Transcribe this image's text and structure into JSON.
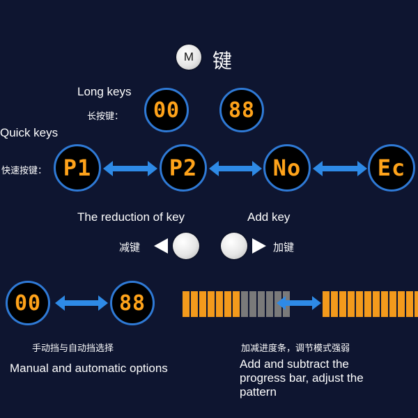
{
  "m_key": {
    "button_label": "M",
    "key_text": "键"
  },
  "long_keys": {
    "label_en": "Long keys",
    "label_cn": "长按键：",
    "displays": [
      "00",
      "88"
    ]
  },
  "quick_keys": {
    "label_en": "Quick keys",
    "label_cn": "快速按键：",
    "displays": [
      "P1",
      "P2",
      "No",
      "Ec"
    ]
  },
  "reduction": {
    "label_en": "The reduction of key",
    "label_cn": "减键"
  },
  "add": {
    "label_en": "Add key",
    "label_cn": "加键"
  },
  "manual_auto": {
    "displays": [
      "00",
      "88"
    ],
    "caption_cn": "手动挡与自动挡选择",
    "caption_en": "Manual and automatic options"
  },
  "progress": {
    "caption_cn": "加减进度条，调节模式强弱",
    "caption_en_lines": [
      "Add and subtract the",
      "progress bar, adjust the",
      "pattern"
    ],
    "left_segments_on": 7,
    "left_segments_off": 6,
    "right_segments_on": 13
  },
  "colors": {
    "background": "#0e1530",
    "digit": "#ffa31a",
    "ring": "#2f7ad6",
    "arrow": "#2e8ae6",
    "bar_on": "#f39a1c",
    "bar_off": "#7a7a7a"
  }
}
